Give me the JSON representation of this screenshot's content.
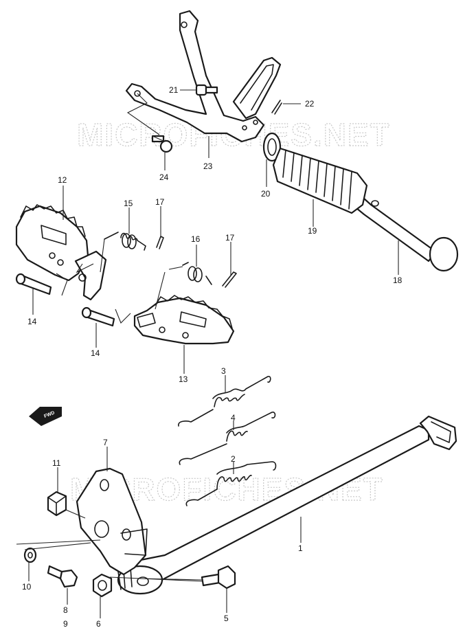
{
  "watermark": {
    "top": "MICROFICHES.NET",
    "bottom": "MICROFICHES.NET"
  },
  "direction_badge": {
    "label": "FWD",
    "icon": "arrow-left-icon"
  },
  "callouts": {
    "p1": "1",
    "p2": "2",
    "p3": "3",
    "p4": "4",
    "p5": "5",
    "p6": "6",
    "p7": "7",
    "p8": "8",
    "p9": "9",
    "p10": "10",
    "p11": "11",
    "p12": "12",
    "p13": "13",
    "p14a": "14",
    "p14b": "14",
    "p15": "15",
    "p16": "16",
    "p17a": "17",
    "p17b": "17",
    "p18": "18",
    "p19": "19",
    "p20": "20",
    "p21": "21",
    "p22": "22",
    "p23": "23",
    "p24": "24"
  }
}
